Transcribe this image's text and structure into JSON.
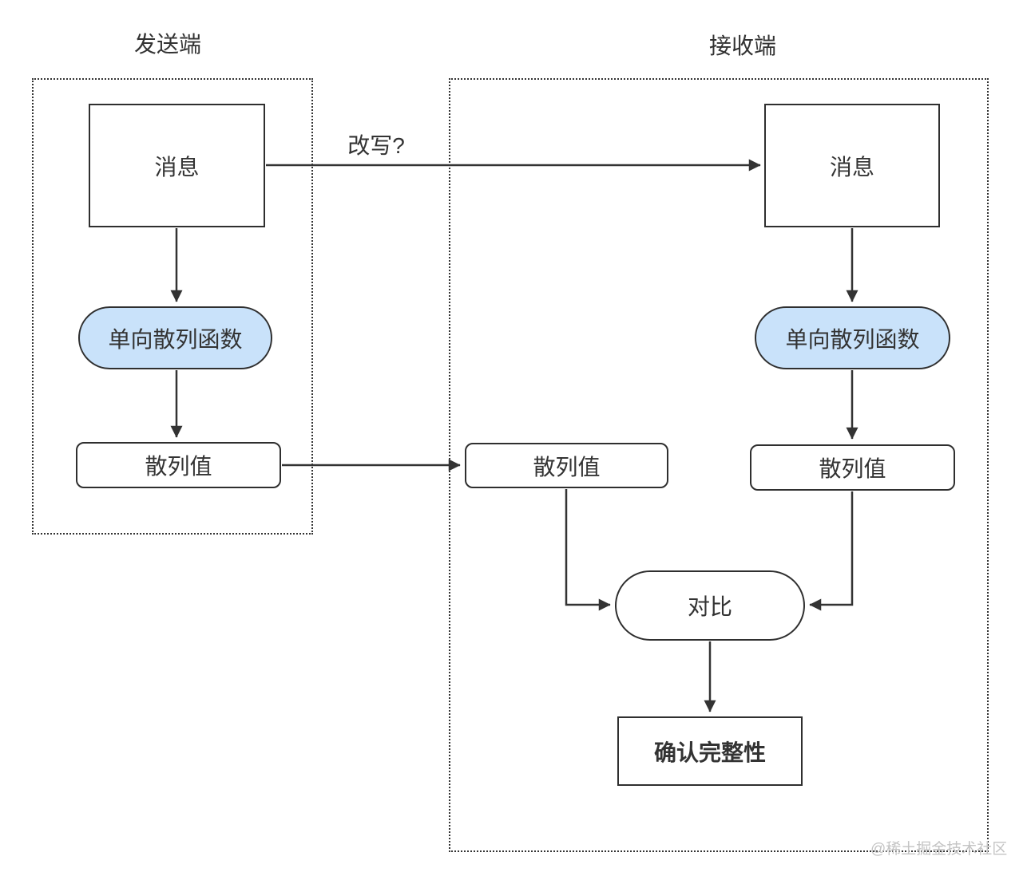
{
  "diagram": {
    "sender": {
      "title": "发送端",
      "message_label": "消息",
      "hash_fn_label": "单向散列函数",
      "hash_value_label": "散列值"
    },
    "receiver": {
      "title": "接收端",
      "message_label": "消息",
      "hash_fn_label": "单向散列函数",
      "hash_value_label": "散列值",
      "received_hash_value_label": "散列值",
      "compare_label": "对比",
      "confirm_label": "确认完整性"
    },
    "edge_labels": {
      "rewrite": "改写?"
    },
    "watermark": "@稀土掘金技术社区",
    "colors": {
      "line": "#333333",
      "node_border": "#2f2f2f",
      "accent_fill": "#c9e2fa",
      "watermark": "#c4c4c4"
    }
  }
}
